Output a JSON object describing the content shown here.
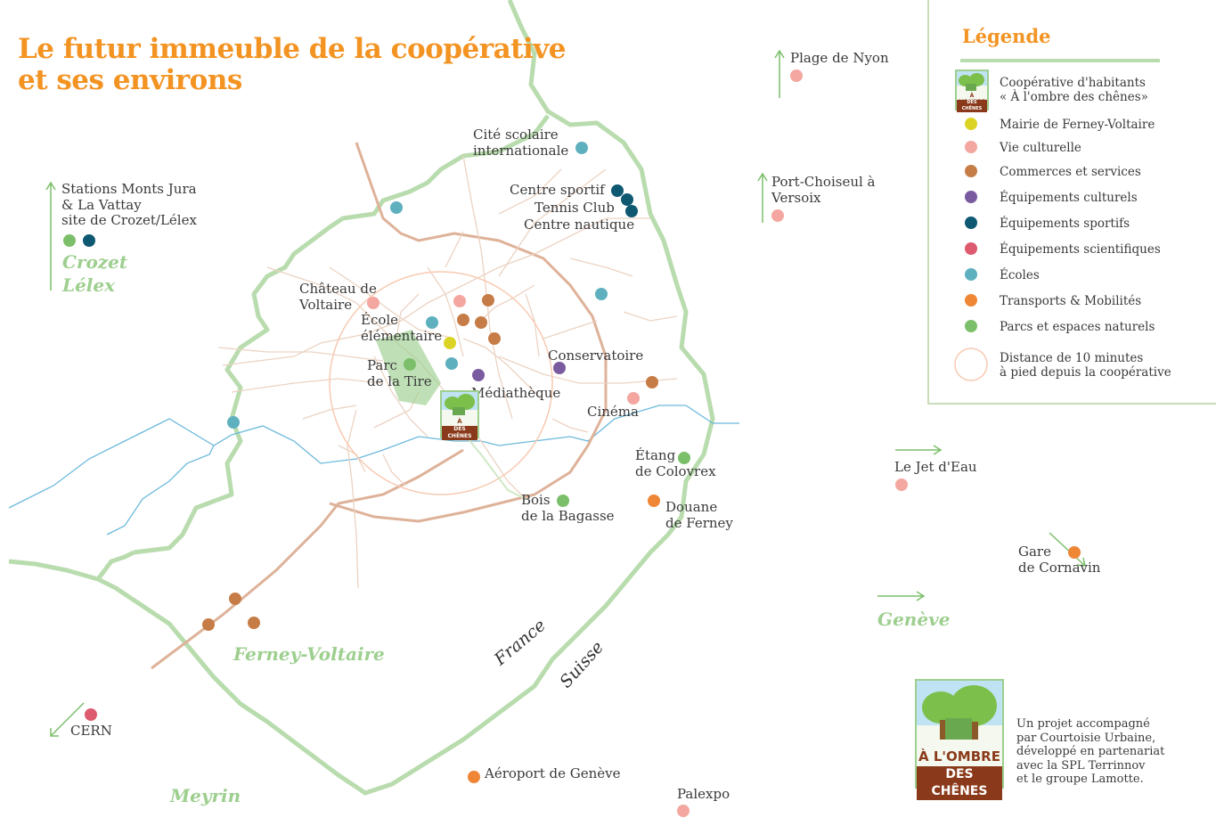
{
  "title": {
    "line1": "Le futur immeuble de la coopérative",
    "line2": "et ses environs"
  },
  "colors": {
    "title": "#f39322",
    "cooperative": "#7cbf4a",
    "mairie": "#dcd425",
    "vie_culturelle": "#f4a7a0",
    "commerces": "#c67c46",
    "equipements_culturels": "#7a5ba0",
    "equipements_sportifs": "#0f5872",
    "equipements_scientifiques": "#dd5a6f",
    "ecoles": "#5fb0bf",
    "transports": "#ef8636",
    "parcs": "#7cbf6a",
    "circle": "#f8c9b1",
    "border": "#b9dcae",
    "water": "#6cb9dc",
    "road": "#deb299"
  },
  "labels": {
    "stations": "Stations Monts Jura\n& La Vattay\nsite de Crozet/Lélex",
    "crozet": "Crozet\nLélex",
    "cite_scolaire": "Cité scolaire\ninternationale",
    "centre_sportif": "Centre sportif",
    "tennis_club": "Tennis Club",
    "centre_nautique": "Centre nautique",
    "chateau": "Château de\nVoltaire",
    "ecole": "École\nélémentaire",
    "parc": "Parc\nde la Tire",
    "mediatheque": "Médiathèque",
    "conservatoire": "Conservatoire",
    "cinema": "Cinéma",
    "etang": "Étang\nde Colovrex",
    "bois": "Bois\nde la Bagasse",
    "douane": "Douane\nde Ferney",
    "plage": "Plage de Nyon",
    "port": "Port-Choiseul à\nVersoix",
    "jet": "Le Jet d'Eau",
    "gare": "Gare\nde Cornavin",
    "geneve": "Genève",
    "ferney": "Ferney-Voltaire",
    "france": "France",
    "suisse": "Suisse",
    "cern": "CERN",
    "meyrin": "Meyrin",
    "aeroport": "Aéroport de Genève",
    "palexpo": "Palexpo"
  },
  "legend": {
    "title": "Légende",
    "items": [
      {
        "label": "Coopérative d'habitants\n« À l'ombre des chênes»",
        "icon": "logo-icon"
      },
      {
        "label": "Mairie de Ferney-Voltaire",
        "color": "#dcd425"
      },
      {
        "label": "Vie culturelle",
        "color": "#f4a7a0"
      },
      {
        "label": "Commerces et services",
        "color": "#c67c46"
      },
      {
        "label": "Équipements culturels",
        "color": "#7a5ba0"
      },
      {
        "label": "Équipements sportifs",
        "color": "#0f5872"
      },
      {
        "label": "Équipements scientifiques",
        "color": "#dd5a6f"
      },
      {
        "label": "Écoles",
        "color": "#5fb0bf"
      },
      {
        "label": "Transports & Mobilités",
        "color": "#ef8636"
      },
      {
        "label": "Parcs et espaces naturels",
        "color": "#7cbf6a"
      },
      {
        "label": "Distance de 10 minutes\nà pied depuis la coopérative",
        "icon": "circle-icon"
      }
    ]
  },
  "logo": {
    "line1": "À L'OMBRE",
    "line2": "DES CHÊNES"
  },
  "credit": "Un projet accompagné\npar Courtoisie Urbaine,\ndéveloppé en partenariat\navec la SPL Terrinnov\net le groupe Lamotte."
}
